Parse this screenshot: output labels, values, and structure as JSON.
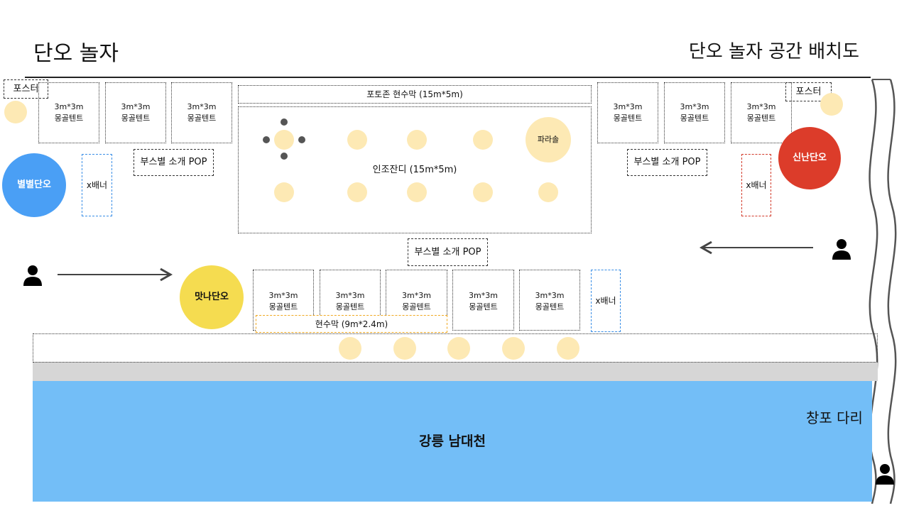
{
  "title_left": "단오 놀자",
  "title_right": "단오 놀자 공간 배치도",
  "poster": "포스터",
  "tent_size": "3m*3m",
  "tent_name": "몽골텐트",
  "photo_banner": "포토존 현수막 (15m*5m)",
  "lawn": "인조잔디 (15m*5m)",
  "parasol": "파라솔",
  "pop": "부스별 소개 POP",
  "xbanner": "x배너",
  "zones": {
    "byeolbyeol": "별별단오",
    "sinnan": "신난단오",
    "matna": "맛나단오"
  },
  "banner_bottom": "현수막 (9m*2.4m)",
  "river": "강릉 남대천",
  "bridge": "창포 다리",
  "colors": {
    "blue": "#4a9ff5",
    "red": "#dc3c2a",
    "yellow": "#f5dc50",
    "water": "#73bef7",
    "table": "#fde9b4"
  }
}
